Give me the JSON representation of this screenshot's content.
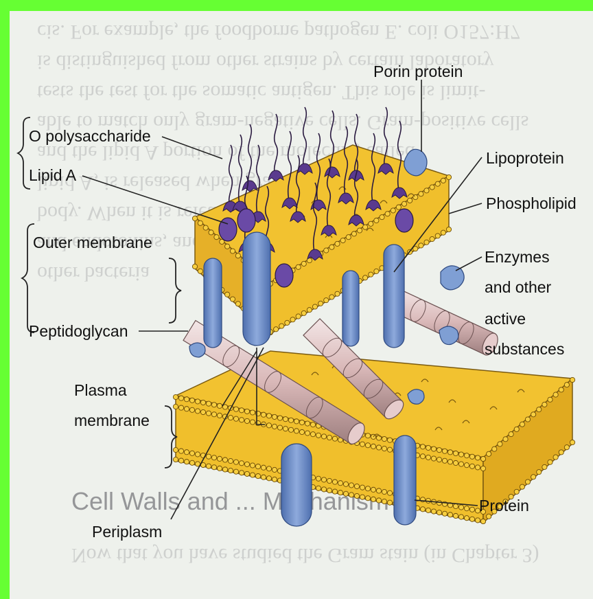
{
  "labels": {
    "porin_protein": "Porin protein",
    "o_polysaccharide": "O polysaccharide",
    "lipid_a": "Lipid A",
    "lipoprotein": "Lipoprotein",
    "phospholipid": "Phospholipid",
    "outer_membrane": "Outer membrane",
    "enzymes_1": "Enzymes",
    "enzymes_2": "and other",
    "enzymes_3": "active",
    "enzymes_4": "substances",
    "peptidoglycan": "Peptidoglycan",
    "plasma_1": "Plasma",
    "plasma_2": "membrane",
    "protein": "Protein",
    "periplasm": "Periplasm"
  },
  "background_text": {
    "heading": "Cell Walls and ... Mechanism"
  },
  "colors": {
    "border": "#66ff33",
    "membrane_yellow": "#f2c230",
    "lipid_head": "#e8b020",
    "protein_blue": "#6f8fc8",
    "lps_purple": "#5a3a8e",
    "peptidoglycan_pink": "#d9b8b8"
  }
}
